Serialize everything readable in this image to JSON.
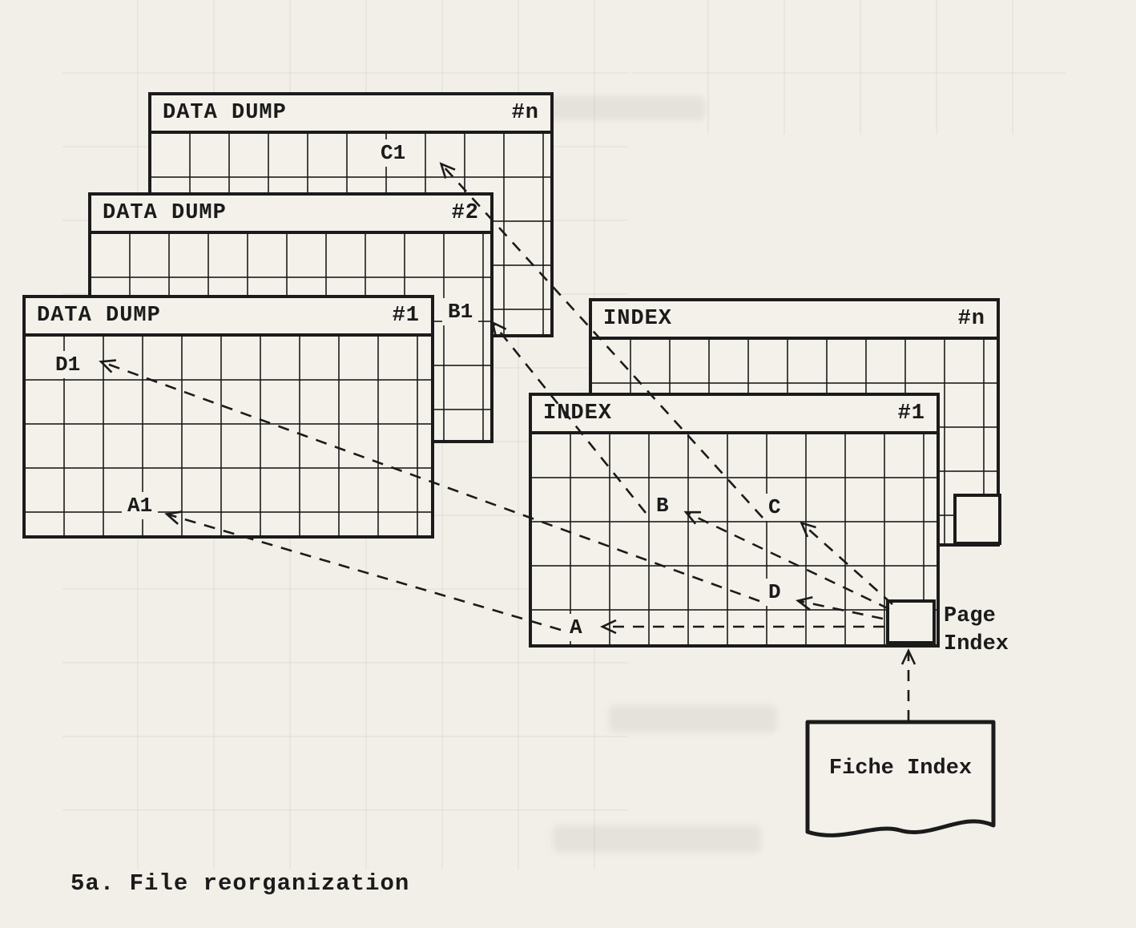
{
  "colors": {
    "ink": "#1b1b1b",
    "paper": "#f1efe8"
  },
  "cards": {
    "dump_n": {
      "title": "DATA DUMP",
      "number": "#n",
      "marker": "C1"
    },
    "dump_2": {
      "title": "DATA DUMP",
      "number": "#2",
      "marker": "B1"
    },
    "dump_1": {
      "title": "DATA DUMP",
      "number": "#1",
      "marker_top": "D1",
      "marker_bottom": "A1"
    },
    "index_n": {
      "title": "INDEX",
      "number": "#n"
    },
    "index_1": {
      "title": "INDEX",
      "number": "#1",
      "entry_a": "A",
      "entry_b": "B",
      "entry_c": "C",
      "entry_d": "D"
    }
  },
  "annotations": {
    "page_index": "Page Index",
    "fiche_index": "Fiche Index",
    "caption": "5a. File reorganization"
  }
}
